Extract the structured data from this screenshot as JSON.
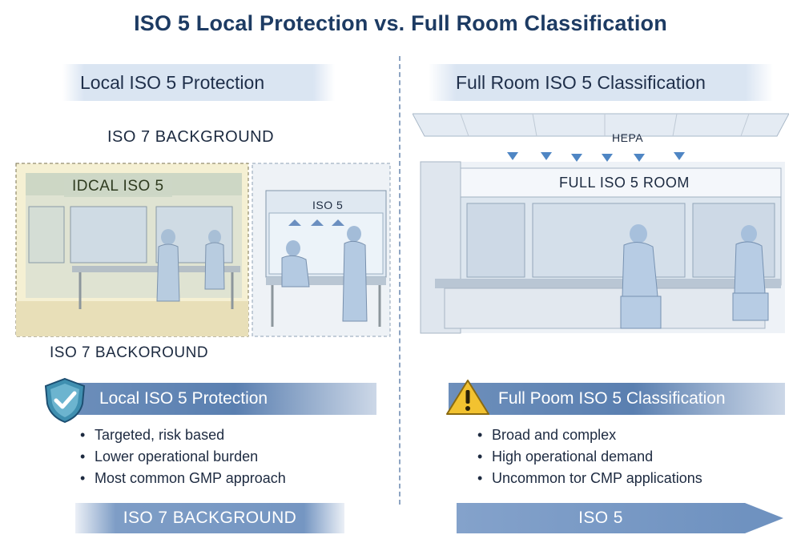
{
  "title": "ISO 5 Local Protection vs. Full Room Classification",
  "left": {
    "heading": "Local ISO 5 Protection",
    "scene": {
      "top_label": "ISO 7 BACKGROUND",
      "room_sign": "IDCAL ISO 5",
      "hood_label": "ISO 5",
      "bottom_label": "ISO 7 BACKOROUND"
    },
    "banner": "Local ISO 5 Protection",
    "badge_icon": "shield-check-icon",
    "bullets": [
      "Targeted, risk based",
      "Lower operational burden",
      "Most common GMP approach"
    ],
    "footer": "ISO 7 BACKGROUND"
  },
  "right": {
    "heading": "Full Room ISO 5 Classification",
    "scene": {
      "hepa_label": "HEPA",
      "room_sign": "FULL ISO 5 ROOM"
    },
    "banner": "Full Poom ISO 5 Classification",
    "badge_icon": "warning-triangle-icon",
    "bullets": [
      "Broad and complex",
      "High operational demand",
      "Uncommon tor CMP applications"
    ],
    "footer": "ISO 5"
  },
  "colors": {
    "title": "#1d3b63",
    "banner": "#5a7fb0",
    "shield": "#3f8fb0",
    "warning": "#f2c230",
    "iso7_zone": "#f3ecc8"
  }
}
